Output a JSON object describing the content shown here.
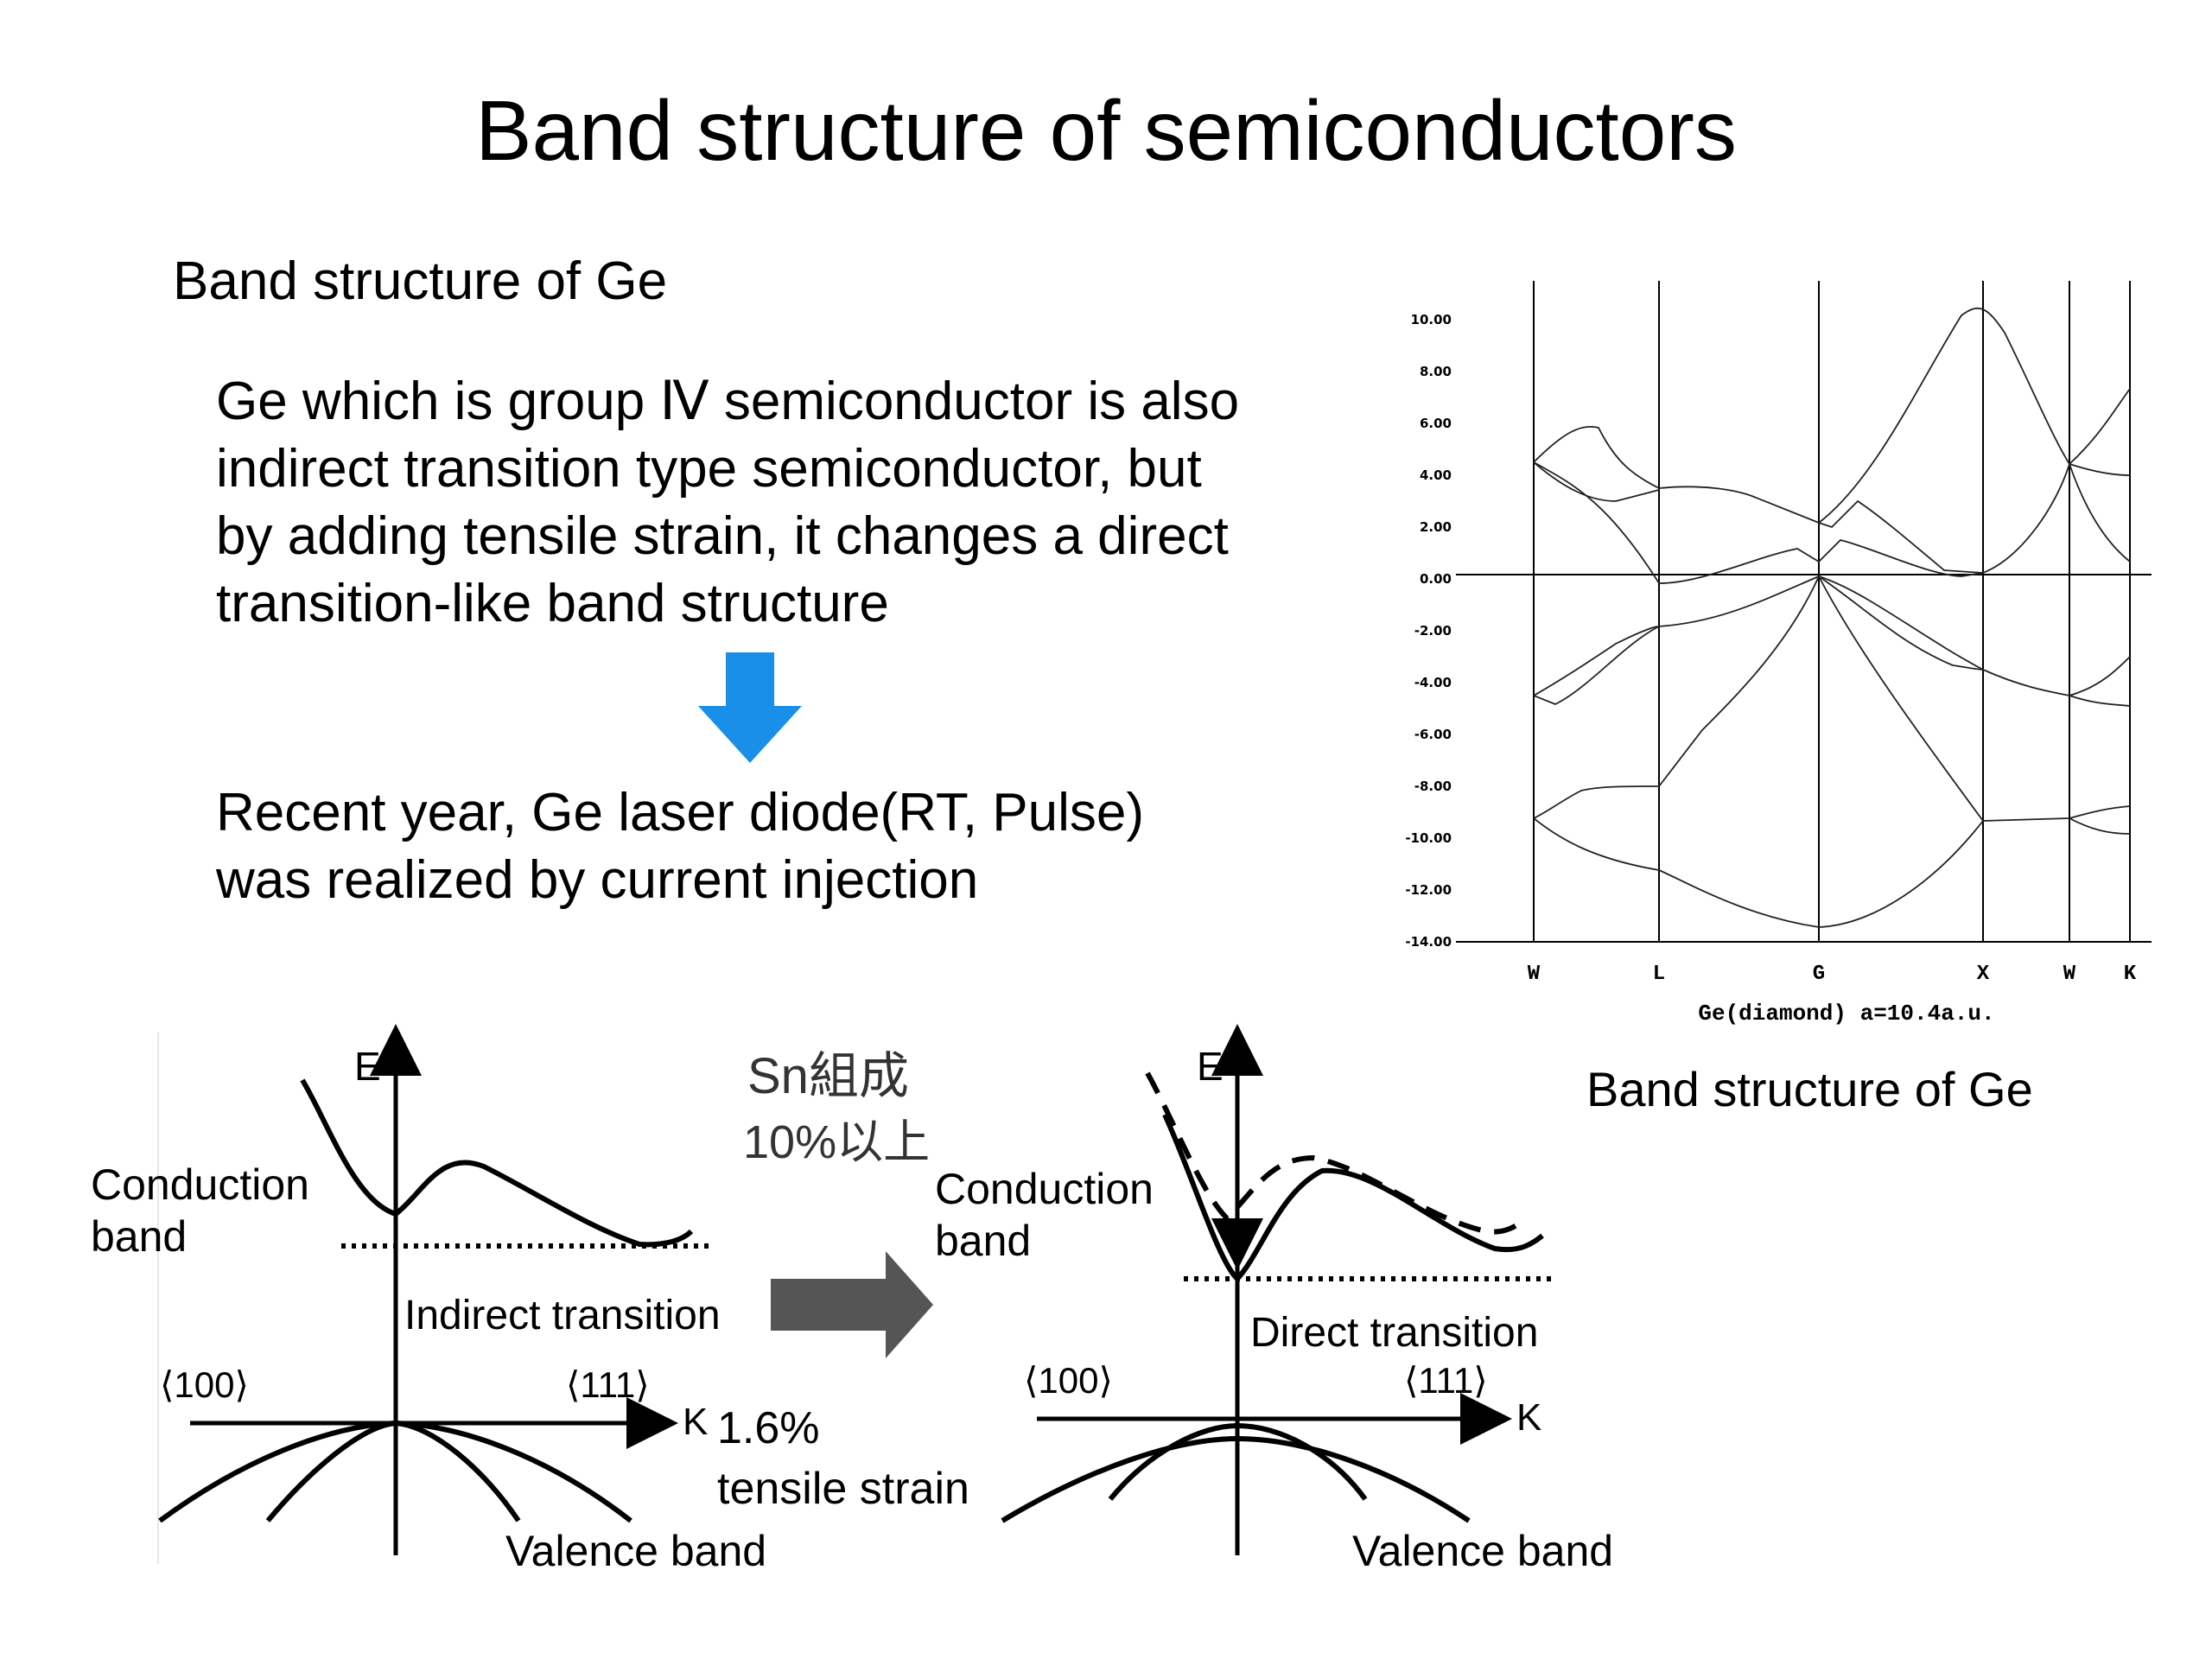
{
  "slide": {
    "title": "Band structure of semiconductors",
    "subtitle": "Band structure of Ge"
  },
  "text": {
    "para1_lines": [
      "Ge which is group Ⅳ semiconductor is also",
      "indirect transition type semiconductor, but",
      "by adding tensile strain, it changes a direct",
      "transition-like band structure"
    ],
    "para2_lines": [
      "Recent year, Ge laser diode(RT, Pulse)",
      "was realized by current injection"
    ],
    "arrow_icon": "down-arrow-icon",
    "arrow_color": "#1a8fe8"
  },
  "band_chart": {
    "yticks": [
      "10.00",
      "8.00",
      "6.00",
      "4.00",
      "2.00",
      "0.00",
      "-2.00",
      "-4.00",
      "-6.00",
      "-8.00",
      "-10.00",
      "-12.00",
      "-14.00"
    ],
    "kpoints": [
      "W",
      "L",
      "G",
      "X",
      "W",
      "K"
    ],
    "footer": "Ge(diamond) a=10.4a.u.",
    "caption": "Band structure of Ge"
  },
  "strain_diagram": {
    "left": {
      "e_label": "E",
      "k_label": "K",
      "dir100": "⟨100⟩",
      "dir111": "⟨111⟩",
      "conduction_label_lines": [
        "Conduction",
        "band"
      ],
      "transition_label": "Indirect transition",
      "valence_label": "Valence band"
    },
    "middle": {
      "sn_lines": [
        "Sn組成",
        "10%以上"
      ],
      "arrow_icon": "right-arrow-icon",
      "arrow_color": "#555555",
      "strain_lines": [
        "1.6%",
        "tensile strain"
      ]
    },
    "right": {
      "e_label": "E",
      "k_label": "K",
      "dir100": "⟨100⟩",
      "dir111": "⟨111⟩",
      "conduction_label_lines": [
        "Conduction",
        "band"
      ],
      "transition_label": "Direct transition",
      "valence_label": "Valence band"
    }
  }
}
